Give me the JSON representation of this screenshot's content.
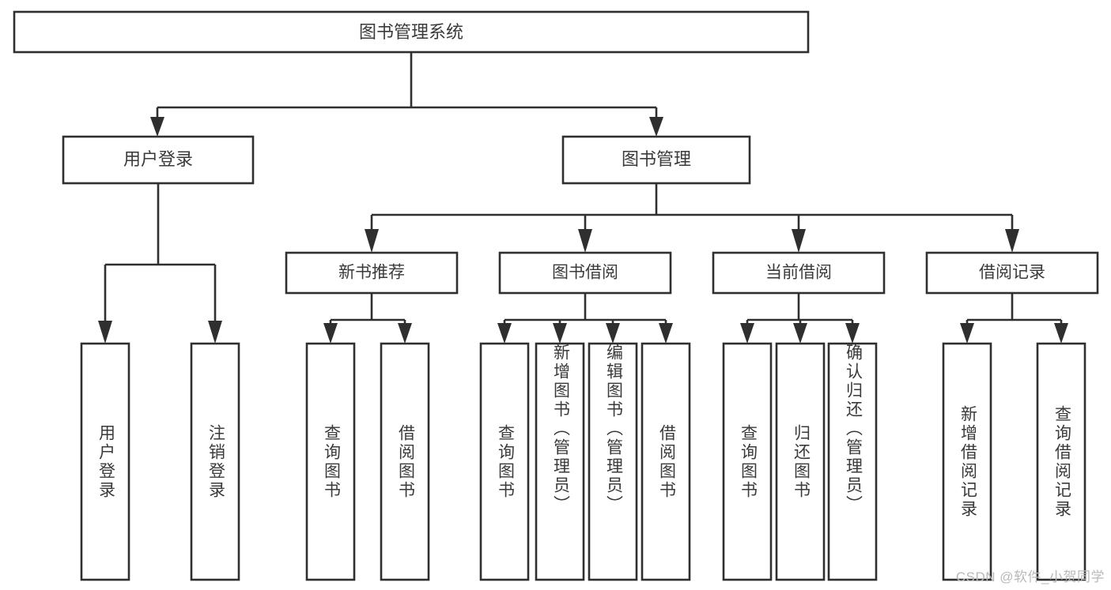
{
  "diagram": {
    "type": "tree",
    "title": "图书管理系统",
    "watermark": "CSDN @软件_小贺同学",
    "levels": {
      "root": {
        "label": "图书管理系统"
      },
      "level2": [
        {
          "id": "user-login",
          "label": "用户登录"
        },
        {
          "id": "book-manage",
          "label": "图书管理"
        }
      ],
      "level3": [
        {
          "id": "new-book-recommend",
          "label": "新书推荐"
        },
        {
          "id": "book-borrow",
          "label": "图书借阅"
        },
        {
          "id": "current-borrow",
          "label": "当前借阅"
        },
        {
          "id": "borrow-record",
          "label": "借阅记录"
        }
      ],
      "leaves": {
        "user-login": [
          {
            "id": "leaf-user-login",
            "label": "用户登录"
          },
          {
            "id": "leaf-logout-login",
            "label": "注销登录"
          }
        ],
        "new-book-recommend": [
          {
            "id": "leaf-query-book-1",
            "label": "查询图书"
          },
          {
            "id": "leaf-borrow-book-1",
            "label": "借阅图书"
          }
        ],
        "book-borrow": [
          {
            "id": "leaf-query-book-2",
            "label": "查询图书"
          },
          {
            "id": "leaf-add-book-admin",
            "label": "新增图书（管理员）"
          },
          {
            "id": "leaf-edit-book-admin",
            "label": "编辑图书（管理员）"
          },
          {
            "id": "leaf-borrow-book-2",
            "label": "借阅图书"
          }
        ],
        "current-borrow": [
          {
            "id": "leaf-query-book-3",
            "label": "查询图书"
          },
          {
            "id": "leaf-return-book",
            "label": "归还图书"
          },
          {
            "id": "leaf-confirm-return-admin",
            "label": "确认归还（管理员）"
          }
        ],
        "borrow-record": [
          {
            "id": "leaf-add-borrow-record",
            "label": "新增借阅记录"
          },
          {
            "id": "leaf-query-borrow-record",
            "label": "查询借阅记录"
          }
        ]
      }
    },
    "colors": {
      "stroke": "#2f2f2f",
      "fill": "#ffffff",
      "text": "#3a3a3a",
      "watermark": "#b9b9b9"
    }
  }
}
